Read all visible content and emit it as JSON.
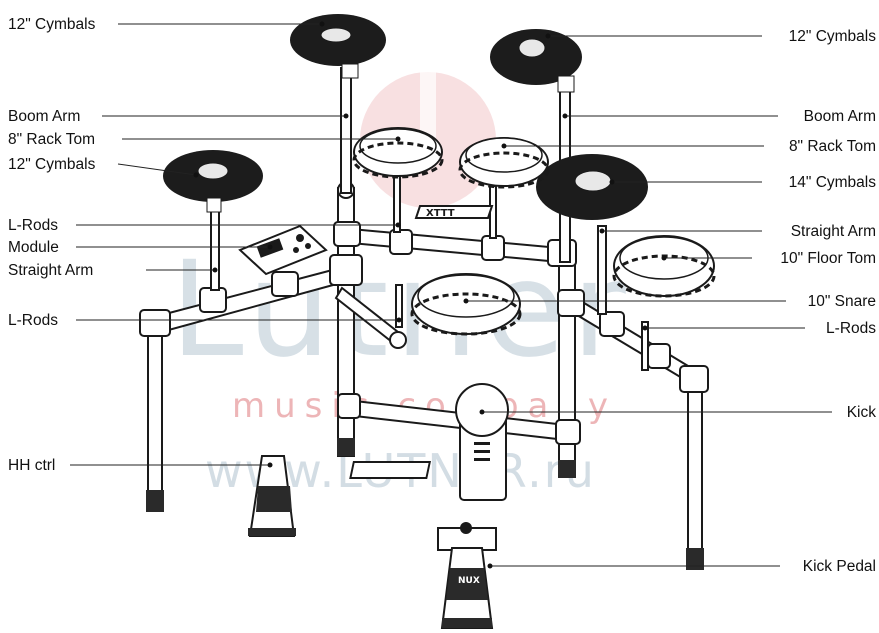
{
  "watermark": {
    "brand": "Lutner",
    "tagline": "music company",
    "url": "www.LUTNER.ru"
  },
  "labels": {
    "left": [
      "12\" Cymbals",
      "Boom Arm",
      "8\" Rack Tom",
      "12\" Cymbals",
      "L-Rods",
      "Module",
      "Straight Arm",
      "L-Rods",
      "HH ctrl"
    ],
    "right": [
      "12\" Cymbals",
      "Boom Arm",
      "8\" Rack Tom",
      "14\" Cymbals",
      "Straight Arm",
      "10\" Floor Tom",
      "10\" Snare",
      "L-Rods",
      "Kick",
      "Kick Pedal"
    ]
  },
  "pedal_brand": "NUX",
  "colors": {
    "line": "#1a1a1a",
    "watermark_blue": "#b7c7d3",
    "watermark_red": "#e9a3a6"
  }
}
